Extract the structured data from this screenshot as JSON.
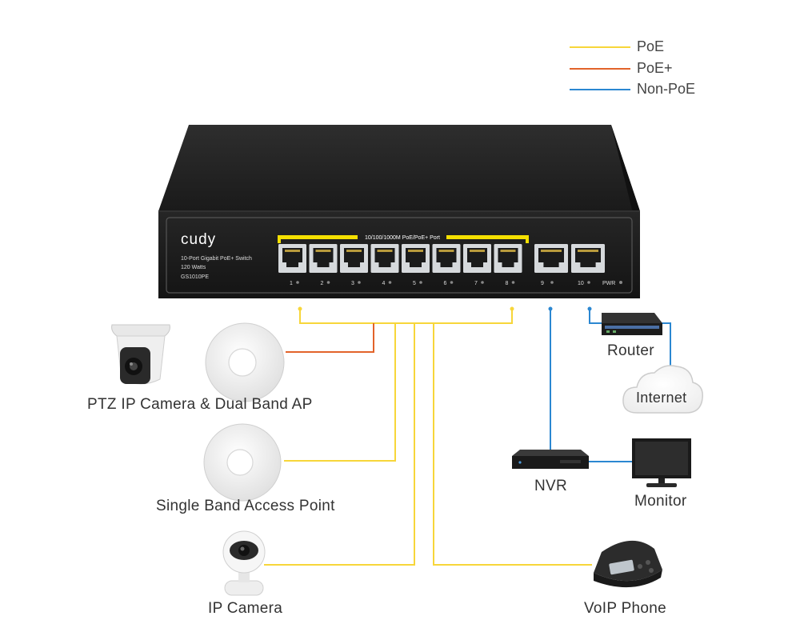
{
  "legend": [
    {
      "label": "PoE",
      "color": "#f7d63a"
    },
    {
      "label": "PoE+",
      "color": "#e2632a"
    },
    {
      "label": "Non-PoE",
      "color": "#2b87d1"
    }
  ],
  "switch": {
    "brand": "cudy",
    "description": "10-Port Gigabit PoE+ Switch",
    "power": "120 Watts",
    "model": "GS1010PE",
    "port_strip_label": "10/100/1000M PoE/PoE+ Port",
    "ports": [
      "1",
      "2",
      "3",
      "4",
      "5",
      "6",
      "7",
      "8",
      "9",
      "10"
    ],
    "pwr_label": "PWR"
  },
  "devices": {
    "ptz_group": "PTZ IP Camera & Dual Band AP",
    "single_ap": "Single Band Access Point",
    "ip_camera": "IP Camera",
    "voip": "VoIP Phone",
    "router": "Router",
    "internet": "Internet",
    "nvr": "NVR",
    "monitor": "Monitor"
  }
}
